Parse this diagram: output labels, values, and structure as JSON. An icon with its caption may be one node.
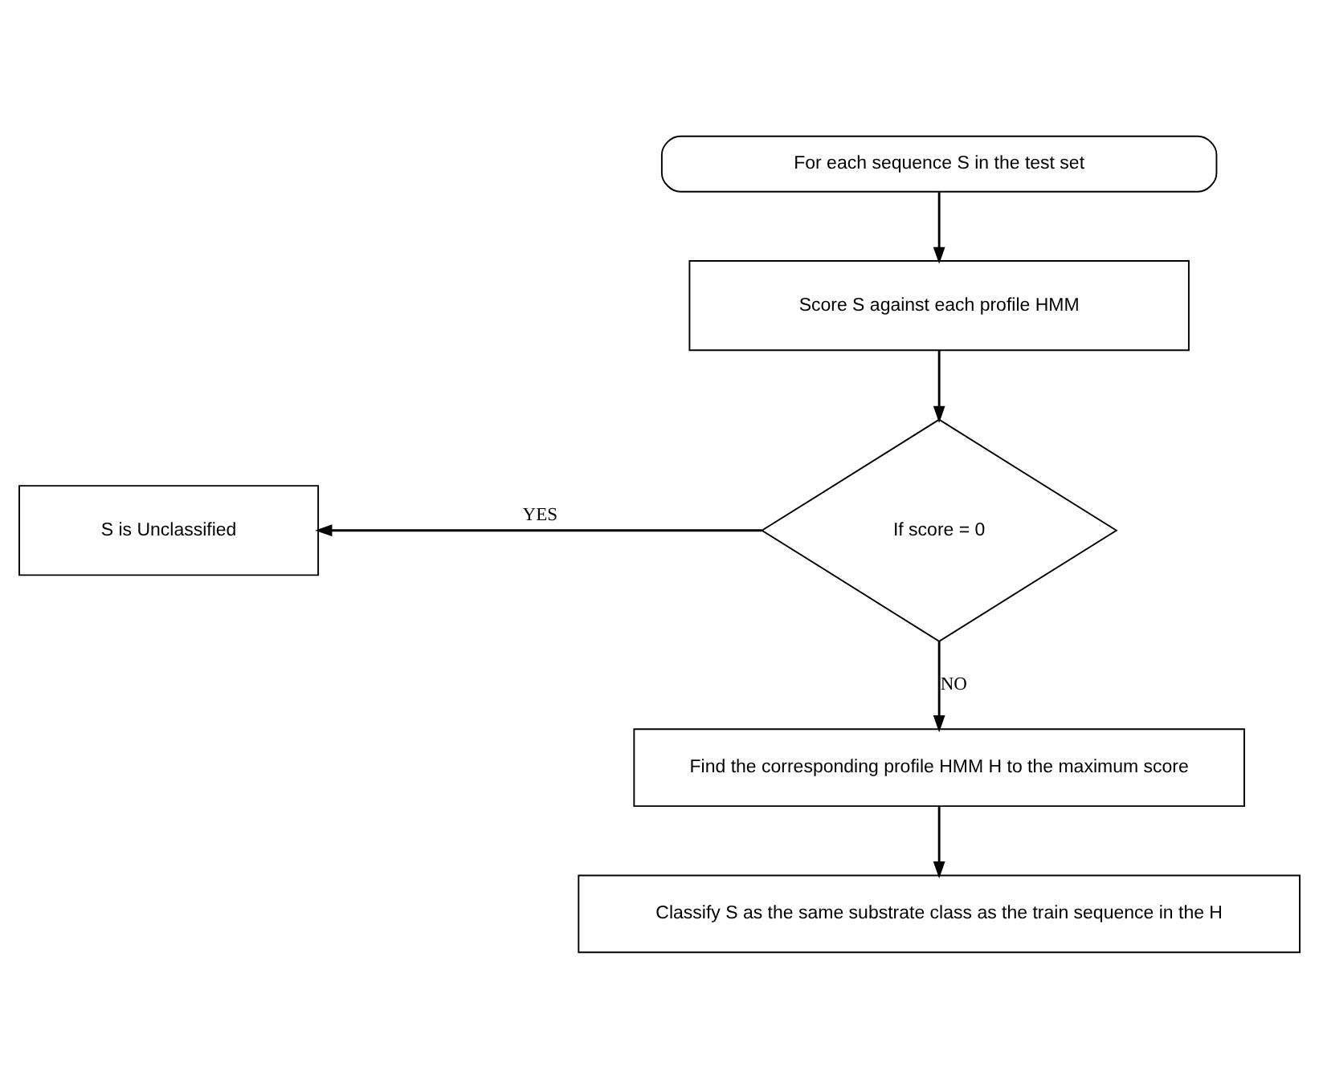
{
  "diagram": {
    "nodes": [
      {
        "text": [
          "For each sequence S in the test set"
        ]
      },
      {
        "text": [
          "Score S against each profile HMM"
        ]
      },
      {
        "text": [
          "If score = 0"
        ]
      },
      {
        "text": [
          "S is Unclassified"
        ]
      },
      {
        "text": [
          "Find the corresponding profile HMM H to the maximum score"
        ]
      },
      {
        "text": [
          "Classify S as the same substrate class as the train sequence in the H"
        ]
      }
    ],
    "edges": [
      {
        "from": 0,
        "to": 1,
        "arrow": "to"
      },
      {
        "from": 1,
        "to": 2,
        "arrow": "to"
      },
      {
        "from": 2,
        "to": 3,
        "arrow": "to",
        "label": "YES"
      },
      {
        "from": 2,
        "to": 4,
        "arrow": "to",
        "label": "NO"
      },
      {
        "from": 4,
        "to": 5,
        "arrow": "to"
      }
    ]
  }
}
